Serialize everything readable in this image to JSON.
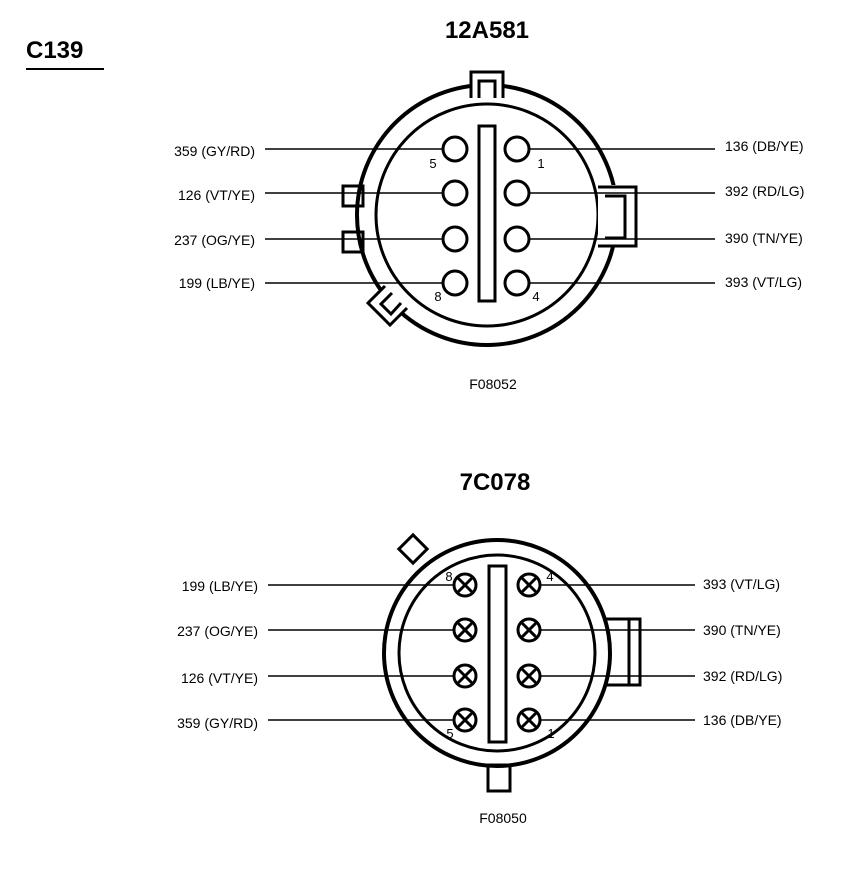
{
  "page_id": "C139",
  "connectors": [
    {
      "part_number": "12A581",
      "figure_code": "F08052",
      "left_labels": [
        "359 (GY/RD)",
        "126 (VT/YE)",
        "237 (OG/YE)",
        "199 (LB/YE)"
      ],
      "right_labels": [
        "136 (DB/YE)",
        "392 (RD/LG)",
        "390 (TN/YE)",
        "393 (VT/LG)"
      ],
      "pin_numbers": {
        "top_left": "5",
        "top_right": "1",
        "bottom_left": "8",
        "bottom_right": "4"
      }
    },
    {
      "part_number": "7C078",
      "figure_code": "F08050",
      "left_labels": [
        "199 (LB/YE)",
        "237 (OG/YE)",
        "126 (VT/YE)",
        "359 (GY/RD)"
      ],
      "right_labels": [
        "393 (VT/LG)",
        "390 (TN/YE)",
        "392 (RD/LG)",
        "136 (DB/YE)"
      ],
      "pin_numbers": {
        "top_left": "8",
        "top_right": "4",
        "bottom_left": "5",
        "bottom_right": "1"
      }
    }
  ]
}
